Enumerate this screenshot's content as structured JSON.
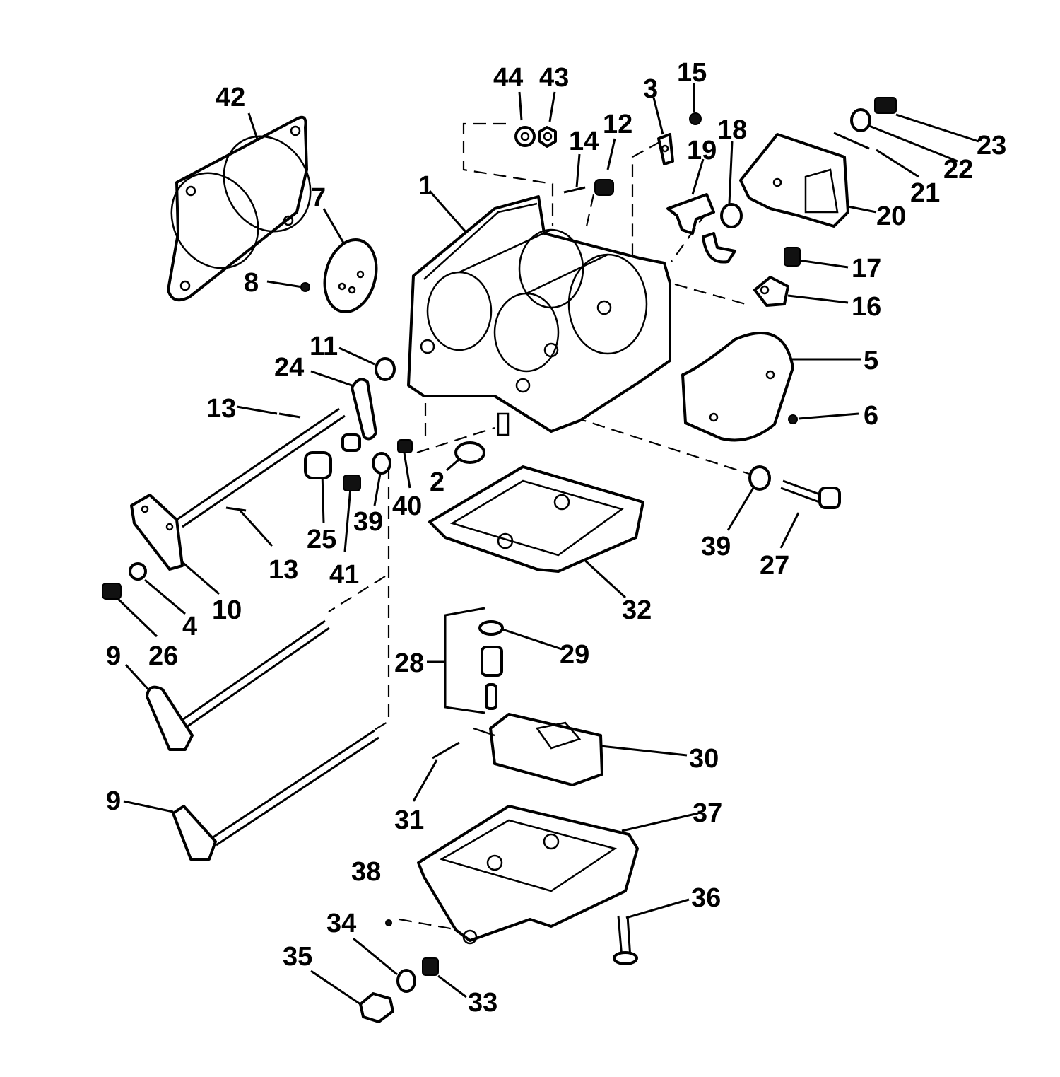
{
  "parts": [
    {
      "id": "p1",
      "text": "1"
    },
    {
      "id": "p2",
      "text": "2"
    },
    {
      "id": "p3",
      "text": "3"
    },
    {
      "id": "p4",
      "text": "4"
    },
    {
      "id": "p5",
      "text": "5"
    },
    {
      "id": "p6",
      "text": "6"
    },
    {
      "id": "p7",
      "text": "7"
    },
    {
      "id": "p8",
      "text": "8"
    },
    {
      "id": "p9a",
      "text": "9"
    },
    {
      "id": "p9b",
      "text": "9"
    },
    {
      "id": "p10",
      "text": "10"
    },
    {
      "id": "p11",
      "text": "11"
    },
    {
      "id": "p12",
      "text": "12"
    },
    {
      "id": "p13a",
      "text": "13"
    },
    {
      "id": "p13b",
      "text": "13"
    },
    {
      "id": "p14",
      "text": "14"
    },
    {
      "id": "p15",
      "text": "15"
    },
    {
      "id": "p16",
      "text": "16"
    },
    {
      "id": "p17",
      "text": "17"
    },
    {
      "id": "p18",
      "text": "18"
    },
    {
      "id": "p19",
      "text": "19"
    },
    {
      "id": "p20",
      "text": "20"
    },
    {
      "id": "p21",
      "text": "21"
    },
    {
      "id": "p22",
      "text": "22"
    },
    {
      "id": "p23",
      "text": "23"
    },
    {
      "id": "p24",
      "text": "24"
    },
    {
      "id": "p25",
      "text": "25"
    },
    {
      "id": "p26",
      "text": "26"
    },
    {
      "id": "p27",
      "text": "27"
    },
    {
      "id": "p28",
      "text": "28"
    },
    {
      "id": "p29",
      "text": "29"
    },
    {
      "id": "p30",
      "text": "30"
    },
    {
      "id": "p31",
      "text": "31"
    },
    {
      "id": "p32",
      "text": "32"
    },
    {
      "id": "p33",
      "text": "33"
    },
    {
      "id": "p34",
      "text": "34"
    },
    {
      "id": "p35",
      "text": "35"
    },
    {
      "id": "p36",
      "text": "36"
    },
    {
      "id": "p37",
      "text": "37"
    },
    {
      "id": "p38",
      "text": "38"
    },
    {
      "id": "p39a",
      "text": "39"
    },
    {
      "id": "p39b",
      "text": "39"
    },
    {
      "id": "p40",
      "text": "40"
    },
    {
      "id": "p41",
      "text": "41"
    },
    {
      "id": "p42",
      "text": "42"
    },
    {
      "id": "p43",
      "text": "43"
    },
    {
      "id": "p44",
      "text": "44"
    }
  ]
}
